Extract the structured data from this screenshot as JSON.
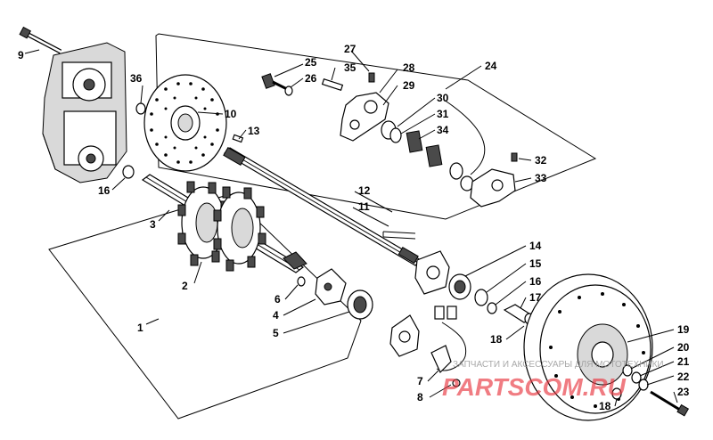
{
  "callouts": {
    "c1": "1",
    "c2": "2",
    "c3": "3",
    "c4": "4",
    "c5": "5",
    "c6": "6",
    "c7": "7",
    "c8": "8",
    "c9": "9",
    "c10": "10",
    "c11": "11",
    "c12": "12",
    "c13": "13",
    "c14": "14",
    "c15": "15",
    "c16a": "16",
    "c16b": "16",
    "c17": "17",
    "c18a": "18",
    "c18b": "18",
    "c19": "19",
    "c20": "20",
    "c21": "21",
    "c22": "22",
    "c23": "23",
    "c24": "24",
    "c25": "25",
    "c26": "26",
    "c27": "27",
    "c28": "28",
    "c29": "29",
    "c30": "30",
    "c31": "31",
    "c32": "32",
    "c33": "33",
    "c34": "34",
    "c35": "35",
    "c36": "36"
  },
  "watermark": {
    "caption": "ЗАПЧАСТИ И АКСЕССУАРЫ ДЛЯ МОТОТЕХНИКИ",
    "logo": "PARTSCOM.RU"
  },
  "colors": {
    "line": "#000000",
    "watermark": "#e8323c",
    "watermark_text": "#9a9a9a"
  }
}
